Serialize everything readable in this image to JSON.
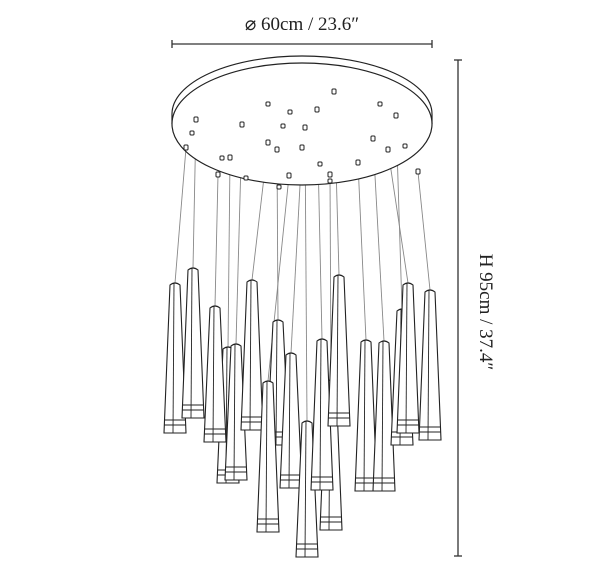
{
  "dimensions": {
    "diameter_label": "⌀ 60cm / 23.6″",
    "height_label": "H 95cm / 37.4″"
  },
  "product": {
    "pendant_count": 18,
    "line_color": "#222222",
    "wire_color": "#888888"
  }
}
